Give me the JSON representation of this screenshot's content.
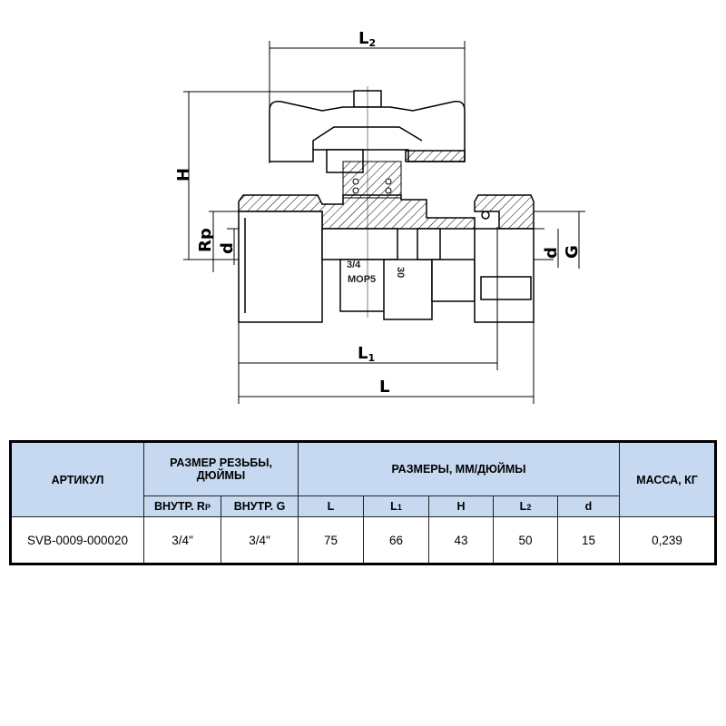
{
  "drawing": {
    "labels": {
      "L2": "L",
      "L2_sub": "2",
      "H": "H",
      "Rp": "Rp",
      "d_left": "d",
      "d_right": "d",
      "G": "G",
      "L1": "L",
      "L1_sub": "1",
      "L": "L"
    },
    "markings": {
      "size": "3/4",
      "mop": "MOP5",
      "pressure": "30"
    }
  },
  "table": {
    "headers": {
      "article": "АРТИКУЛ",
      "thread": "РАЗМЕР РЕЗЬБЫ, ДЮЙМЫ",
      "dims": "РАЗМЕРЫ, ММ/ДЮЙМЫ",
      "mass": "МАССА, КГ",
      "inner_rp": "ВНУТР. R",
      "inner_rp_sub": "P",
      "inner_g": "ВНУТР. G",
      "L": "L",
      "L1": "L",
      "L1_sub": "1",
      "H": "H",
      "L2": "L",
      "L2_sub": "2",
      "d": "d"
    },
    "rows": [
      {
        "article": "SVB-0009-000020",
        "rp": "3/4\"",
        "g": "3/4\"",
        "L": "75",
        "L1": "66",
        "H": "43",
        "L2": "50",
        "d": "15",
        "mass": "0,239"
      }
    ]
  }
}
